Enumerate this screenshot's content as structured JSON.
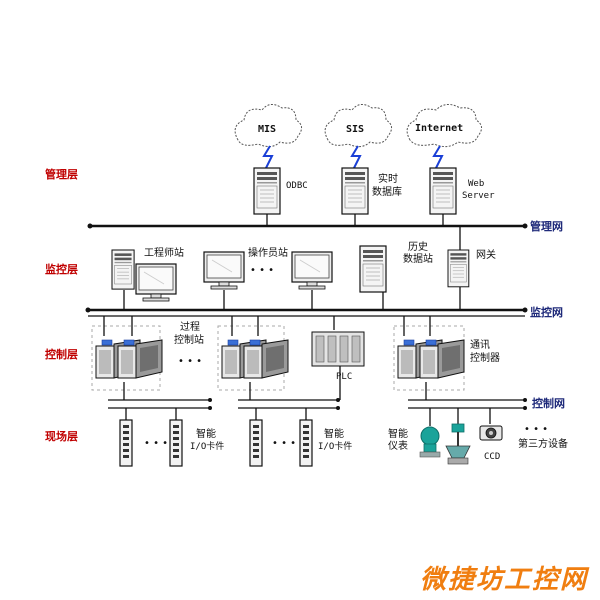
{
  "layers": {
    "management": "管理层",
    "monitoring": "监控层",
    "control": "控制层",
    "field": "现场层"
  },
  "networks": {
    "management_net": "管理网",
    "monitoring_net": "监控网",
    "control_net": "控制网"
  },
  "clouds": [
    "MIS",
    "SIS",
    "Internet"
  ],
  "servers": {
    "odbc": "ODBC",
    "realtime_db_1": "实时",
    "realtime_db_2": "数据库",
    "web_1": "Web",
    "web_2": "Server"
  },
  "monitoring_nodes": {
    "engineer_station": "工程师站",
    "operator_station": "操作员站",
    "ellipsis": "• • •",
    "history_1": "历史",
    "history_2": "数据站",
    "gateway": "网关"
  },
  "control_nodes": {
    "process_station_1": "过程",
    "process_station_2": "控制站",
    "ellipsis": "• • •",
    "plc": "PLC",
    "comm_controller_1": "通讯",
    "comm_controller_2": "控制器"
  },
  "field_nodes": {
    "ellipsis": "• • •",
    "io_card_a_1": "智能",
    "io_card_a_2": "I/O卡件",
    "io_card_b_1": "智能",
    "io_card_b_2": "I/O卡件",
    "smart_instr_1": "智能",
    "smart_instr_2": "仪表",
    "ccd": "CCD",
    "third_party_dots": "• • •",
    "third_party": "第三方设备"
  },
  "watermark": "微捷坊工控网",
  "colors": {
    "layer_label": "#c00000",
    "network_label": "#1f2a7a",
    "watermark": "#f07e10",
    "lightning": "#1a3fd6",
    "instrument_teal": "#1aa39a"
  }
}
